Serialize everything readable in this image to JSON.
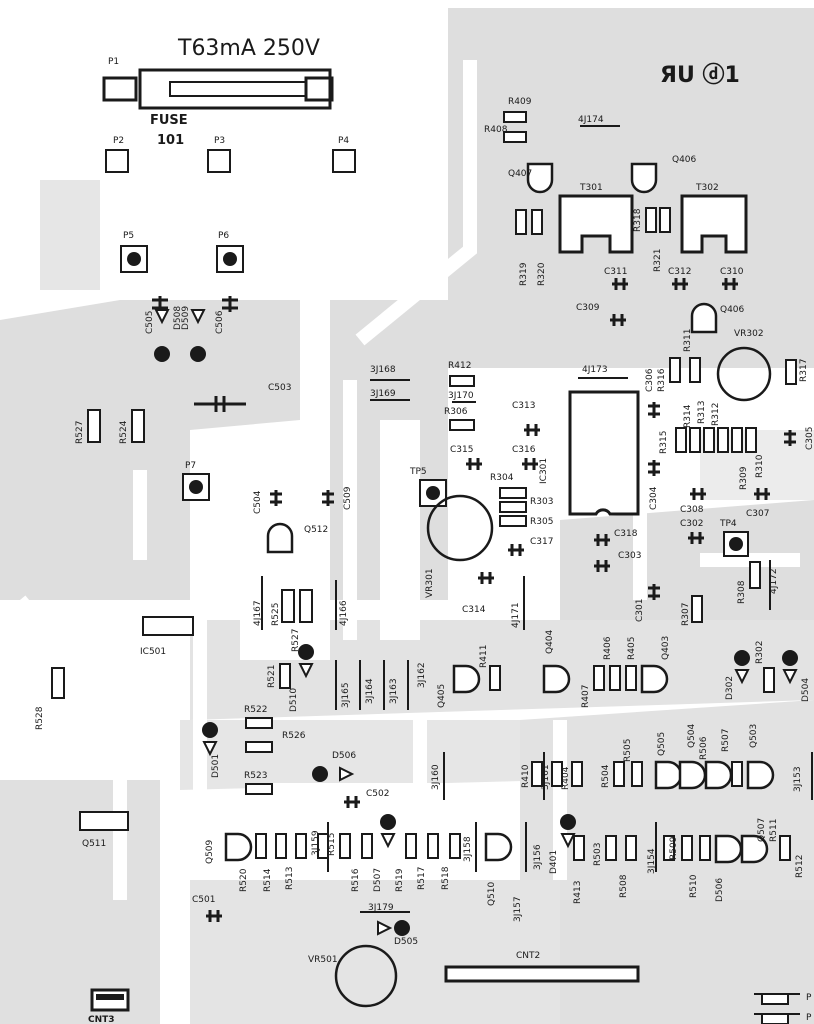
{
  "colors": {
    "trace": "#dcdcdc",
    "ink": "#1a1a1a",
    "board": "#ffffff"
  },
  "header": {
    "fuse_rating": "T63mA 250V",
    "logo": "ЯU ⓓ1"
  },
  "fuse": {
    "ref": "P1",
    "name": "FUSE",
    "num": "101"
  },
  "pads": {
    "p2": "P2",
    "p3": "P3",
    "p4": "P4",
    "p5": "P5",
    "p6": "P6",
    "p7": "P7",
    "tp4": "TP4",
    "tp5": "TP5"
  },
  "labels": {
    "r409": "R409",
    "r408": "R408",
    "j4_174": "4J174",
    "q407": "Q407",
    "q406a": "Q406",
    "t301": "T301",
    "t302": "T302",
    "r319": "R319",
    "r320": "R320",
    "r318": "R318",
    "r321": "R321",
    "c311": "C311",
    "c312": "C312",
    "c310": "C310",
    "c309": "C309",
    "q406b": "Q406",
    "vr302": "VR302",
    "c505": "C505",
    "d508": "D508",
    "d509": "D509",
    "c506": "C506",
    "c503": "C503",
    "r527": "R527",
    "r524": "R524",
    "j3_168": "3J168",
    "j3_169": "3J169",
    "r412": "R412",
    "j3_170": "3J170",
    "r306": "R306",
    "c313": "C313",
    "j4_173": "4J173",
    "c306": "C306",
    "r316": "R316",
    "r311": "R311",
    "r317": "R317",
    "c315": "C315",
    "c316": "C316",
    "r304": "R304",
    "r303": "R303",
    "r305": "R305",
    "c317": "C317",
    "ic301": "IC301",
    "c318": "C318",
    "c303": "C303",
    "c304": "C304",
    "c302": "C302",
    "c308": "C308",
    "c307": "C307",
    "r314": "R314",
    "r313": "R313",
    "r312": "R312",
    "r315": "R315",
    "r309": "R309",
    "r310": "R310",
    "c305": "C305",
    "c504": "C504",
    "c509": "C509",
    "q512": "Q512",
    "vr301": "VR301",
    "c314": "C314",
    "j4_171": "4J171",
    "c301": "C301",
    "r307": "R307",
    "r308": "R308",
    "j4_172": "4J172",
    "j4_167": "4J167",
    "r525": "R525",
    "r527b": "R527",
    "j4_166": "4J166",
    "ic501": "IC501",
    "r521": "R521",
    "d510": "D510",
    "j3_165": "3J165",
    "j3_164": "3J164",
    "j3_163": "3J163",
    "j3_162": "3J162",
    "q405": "Q405",
    "r411": "R411",
    "q404": "Q404",
    "r407": "R407",
    "r406": "R406",
    "r405": "R405",
    "q403": "Q403",
    "r302": "R302",
    "d302": "D302",
    "d504": "D504",
    "r528": "R528",
    "r522": "R522",
    "r526": "R526",
    "d501": "D501",
    "r523": "R523",
    "d506": "D506",
    "c502": "C502",
    "j3_160": "3J160",
    "r410": "R410",
    "j3_161": "3J161",
    "r404": "R404",
    "r504": "R504",
    "r505": "R505",
    "q505": "Q505",
    "q504": "Q504",
    "r506": "R506",
    "r507": "R507",
    "q503": "Q503",
    "j3_153": "3J153",
    "q511": "Q511",
    "q509": "Q509",
    "r520": "R520",
    "r514": "R514",
    "r513": "R513",
    "j3_159": "3J159",
    "r515": "R515",
    "r516": "R516",
    "d507": "D507",
    "r519": "R519",
    "r517": "R517",
    "r518": "R518",
    "j3_158": "3J158",
    "q510": "Q510",
    "j3_156": "3J156",
    "j3_157": "3J157",
    "d401": "D401",
    "r413": "R413",
    "r503": "R503",
    "r508": "R508",
    "j3_154": "3J154",
    "r509": "R509",
    "r510": "R510",
    "d506b": "D506",
    "q507": "Q507",
    "r511": "R511",
    "r512": "R512",
    "c501": "C501",
    "j3_179": "3J179",
    "d505": "D505",
    "vr501": "VR501",
    "cnt2": "CNT2",
    "cnt3": "CNT3"
  },
  "pin_marks": {
    "p1": "P",
    "p2": "P"
  }
}
